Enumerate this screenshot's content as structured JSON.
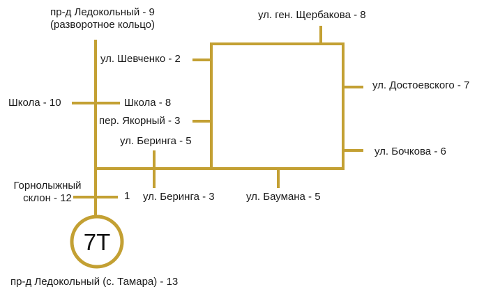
{
  "colors": {
    "line": "#C3A033",
    "text": "#1a1a1a",
    "background": "#ffffff"
  },
  "route": {
    "number": "7Т"
  },
  "stops": {
    "ledokolny_9": [
      "пр-д Ледокольный - 9",
      "(разворотное кольцо)"
    ],
    "shkola_10": "Школа - 10",
    "shkola_8": "Школа - 8",
    "shevchenko_2": "ул. Шевченко - 2",
    "yakorny_3": "пер. Якорный - 3",
    "beringa_5": "ул. Беринга - 5",
    "gornolyzhny_12": [
      "Горнолыжный",
      "склон - 12"
    ],
    "stop_1": "1",
    "beringa_3": "ул. Беринга - 3",
    "baumana_5": "ул. Баумана - 5",
    "shcherbakova_8": "ул. ген. Щербакова - 8",
    "dostoevskogo_7": "ул. Достоевского - 7",
    "bochkova_6": "ул. Бочкова - 6",
    "ledokolny_13": "пр-д Ледокольный (с. Тамара) - 13"
  }
}
